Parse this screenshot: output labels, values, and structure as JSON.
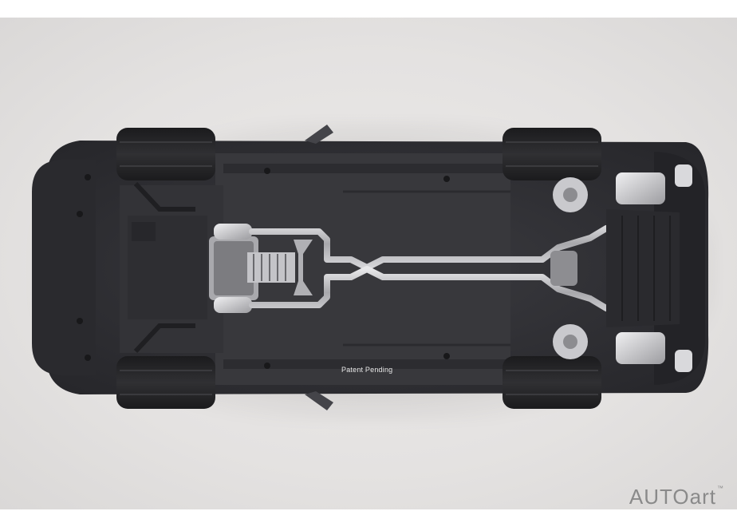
{
  "image": {
    "subject": "Die-cast model car underside",
    "underbody_text": "Patent Pending"
  },
  "brand": {
    "logo_text": "AUTOart",
    "logo_mark": "™"
  },
  "colors": {
    "body": "#2f2f33",
    "chassis": "#3a3a3e",
    "exhaust": "#b8b8bc",
    "backdrop": "#e6e4e3"
  }
}
